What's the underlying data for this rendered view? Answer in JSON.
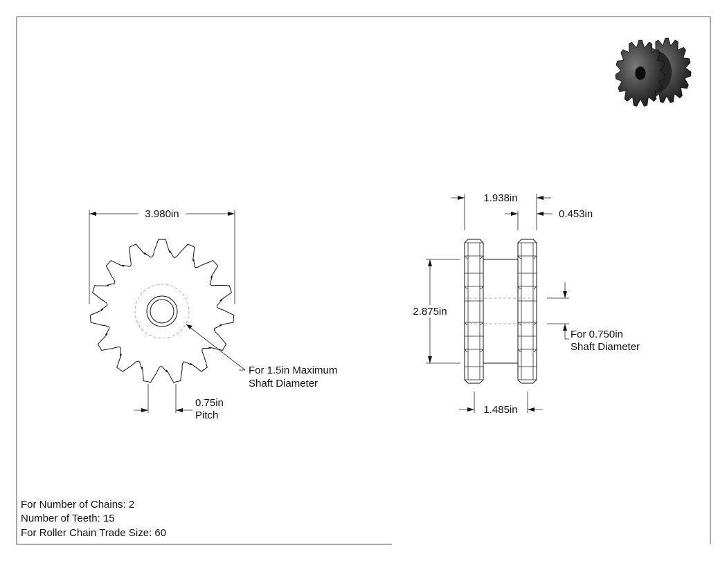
{
  "notes": {
    "chains": "For Number of Chains: 2",
    "teeth": "Number of Teeth: 15",
    "trade_size": "For Roller Chain Trade Size: 60"
  },
  "front_view": {
    "outer_diameter": "3.980in",
    "bore_callout_line1": "For 1.5in Maximum",
    "bore_callout_line2": "Shaft Diameter",
    "pitch_value": "0.75in",
    "pitch_label": "Pitch",
    "tooth_count": 15
  },
  "side_view": {
    "overall_width": "1.938in",
    "tooth_width": "0.453in",
    "hub_diameter": "2.875in",
    "bore_line1": "For 0.750in",
    "bore_line2": "Shaft Diameter",
    "center_spacing": "1.485in"
  }
}
